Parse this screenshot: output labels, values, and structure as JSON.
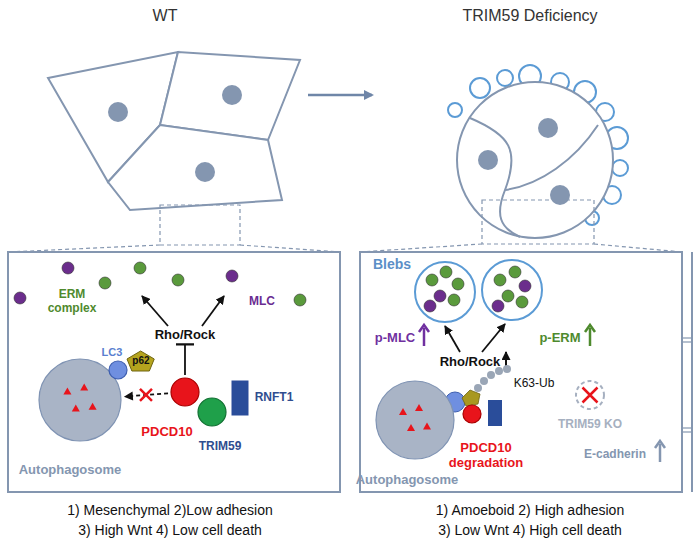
{
  "diagram": {
    "nodes": [
      {
        "text": [
          "Autophagosome"
        ]
      },
      {
        "text": [
          "LC3"
        ]
      },
      {
        "text": [
          "p62"
        ]
      },
      {
        "text": [
          "PDCD10"
        ]
      },
      {
        "text": [
          "TRIM59"
        ]
      },
      {
        "text": [
          "RNFT1"
        ]
      },
      {
        "text": [
          "Rho/Rock"
        ]
      },
      {
        "text": [
          "Autophagosome"
        ]
      },
      {
        "text": [
          "PDCD10 degradation"
        ]
      },
      {
        "text": [
          "Rho/Rock"
        ]
      },
      {
        "text": [
          "TRIM59 KO"
        ]
      }
    ],
    "edges": [
      {
        "from": 3,
        "to": 0,
        "arrow": "to"
      },
      {
        "from": 3,
        "to": 6,
        "arrow": "to"
      }
    ],
    "labels": [
      "WT",
      "TRIM59 Deficiency",
      "ERM complex",
      "MLC",
      "Blebs",
      "p-MLC",
      "p-ERM",
      "K63-Ub",
      "E-cadherin",
      "1) Mesenchymal 2)Low adhesion",
      "3) High Wnt 4) Low cell death",
      "1) Amoeboid 2) High adhesion",
      "3) Low Wnt 4) High cell death"
    ]
  }
}
